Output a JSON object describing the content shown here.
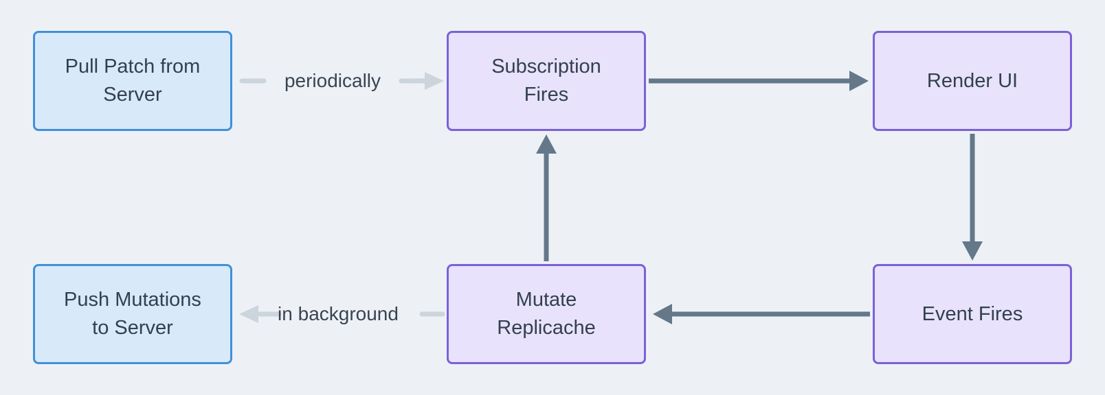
{
  "diagram": {
    "type": "flowchart",
    "nodes": [
      {
        "id": "pull-patch",
        "label": "Pull Patch from\nServer",
        "style": "blue"
      },
      {
        "id": "subscription-fires",
        "label": "Subscription\nFires",
        "style": "purple"
      },
      {
        "id": "render-ui",
        "label": "Render UI",
        "style": "purple"
      },
      {
        "id": "push-mutations",
        "label": "Push Mutations\nto Server",
        "style": "blue"
      },
      {
        "id": "mutate-replicache",
        "label": "Mutate\nReplicache",
        "style": "purple"
      },
      {
        "id": "event-fires",
        "label": "Event Fires",
        "style": "purple"
      }
    ],
    "edges": [
      {
        "from": "pull-patch",
        "to": "subscription-fires",
        "label": "periodically",
        "style": "light"
      },
      {
        "from": "subscription-fires",
        "to": "render-ui",
        "label": "",
        "style": "dark"
      },
      {
        "from": "render-ui",
        "to": "event-fires",
        "label": "",
        "style": "dark"
      },
      {
        "from": "event-fires",
        "to": "mutate-replicache",
        "label": "",
        "style": "dark"
      },
      {
        "from": "mutate-replicache",
        "to": "subscription-fires",
        "label": "",
        "style": "dark"
      },
      {
        "from": "mutate-replicache",
        "to": "push-mutations",
        "label": "in background",
        "style": "light"
      }
    ]
  },
  "colors": {
    "background": "#edf1f6",
    "node_blue_fill": "#d8e9f9",
    "node_blue_border": "#4090d9",
    "node_purple_fill": "#e8e2fc",
    "node_purple_border": "#7b61d6",
    "node_text": "#33404f",
    "arrow_dark": "#64788a",
    "arrow_light": "#ccd4dc",
    "edge_label_text": "#3a4450"
  }
}
